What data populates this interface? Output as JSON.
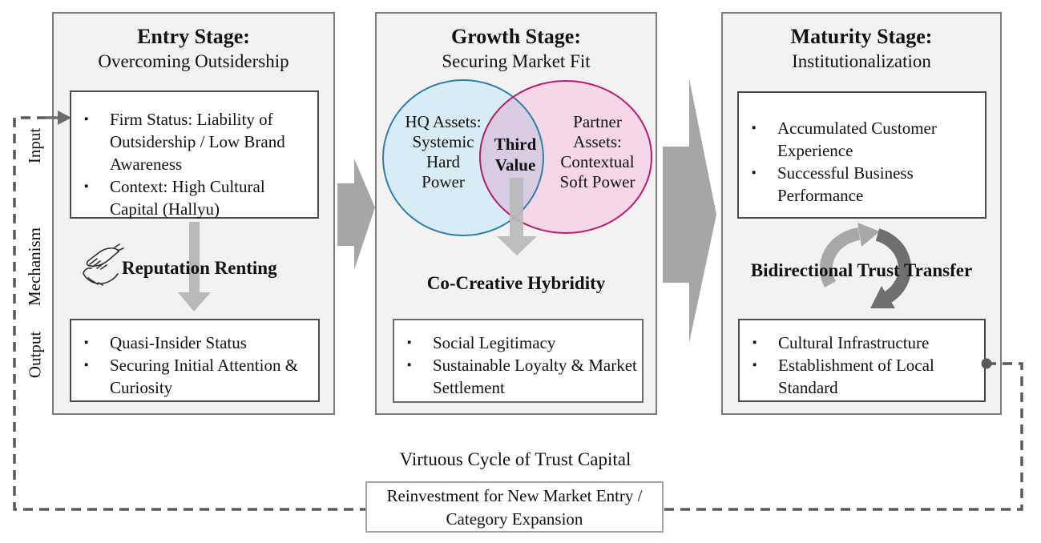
{
  "diagram": {
    "row_labels": [
      "Input",
      "Mechanism",
      "Output"
    ],
    "bullet_glyph": "▪",
    "stages": [
      {
        "title": "Entry Stage:",
        "subtitle": "Overcoming Outsidership",
        "input_items": [
          "Firm Status: Liability of Outsidership / Low Brand Awareness",
          "Context: High Cultural Capital (Hallyu)"
        ],
        "mechanism": "Reputation Renting",
        "mechanism_icon": "helping-hands-icon",
        "output_items": [
          "Quasi-Insider Status",
          "Securing Initial Attention & Curiosity"
        ]
      },
      {
        "title": "Growth Stage:",
        "subtitle": "Securing Market Fit",
        "venn": {
          "left": "HQ Assets: Systemic Hard Power",
          "center": "Third Value",
          "right": "Partner Assets: Contextual Soft Power"
        },
        "mechanism": "Co-Creative Hybridity",
        "output_items": [
          "Social Legitimacy",
          "Sustainable Loyalty & Market Settlement"
        ]
      },
      {
        "title": "Maturity Stage:",
        "subtitle": "Institutionalization",
        "input_items": [
          "Accumulated Customer Experience",
          "Successful Business Performance"
        ],
        "mechanism": "Bidirectional Trust Transfer",
        "mechanism_icon": "cycle-arrows-icon",
        "output_items": [
          "Cultural Infrastructure",
          "Establishment of Local Standard"
        ]
      }
    ],
    "feedback_loop": {
      "label": "Virtuous Cycle of Trust Capital",
      "box": "Reinvestment for New Market Entry / Category Expansion"
    },
    "colors": {
      "panel_bg": "#f2f2f2",
      "panel_border": "#7b7b7b",
      "box_border": "#4a4a4a",
      "stage_arrow": "#a6a6a6",
      "down_arrow": "#b9b9b9",
      "dashed_line": "#595959",
      "venn_left_fill": "#d7ecf4",
      "venn_left_stroke": "#2d7fa8",
      "venn_right_fill": "#f5d7e8",
      "venn_right_stroke": "#bb1a6c",
      "venn_overlap_fill": "#d8cce2",
      "cycle_light": "#a8a8a8",
      "cycle_dark": "#6f6f6f"
    }
  }
}
